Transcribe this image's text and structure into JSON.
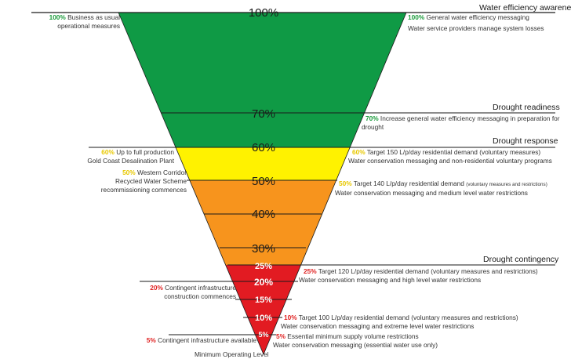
{
  "funnel": {
    "levels": [
      {
        "label": "100%",
        "color": "#1a1a1a"
      },
      {
        "label": "70%",
        "color": "#1a1a1a"
      },
      {
        "label": "60%",
        "color": "#1a1a1a"
      },
      {
        "label": "50%",
        "color": "#1a1a1a"
      },
      {
        "label": "40%",
        "color": "#1a1a1a"
      },
      {
        "label": "30%",
        "color": "#1a1a1a"
      },
      {
        "label": "25%",
        "color": "#ffffff"
      },
      {
        "label": "20%",
        "color": "#ffffff"
      },
      {
        "label": "15%",
        "color": "#ffffff"
      },
      {
        "label": "10%",
        "color": "#ffffff"
      },
      {
        "label": "5%",
        "color": "#ffffff"
      }
    ],
    "bands": [
      {
        "name": "green",
        "color": "#0f9a45"
      },
      {
        "name": "yellow",
        "color": "#fff200"
      },
      {
        "name": "orange",
        "color": "#f7941d"
      },
      {
        "name": "red",
        "color": "#e21b22"
      }
    ]
  },
  "stages": {
    "awareness": "Water efficiency awareness",
    "readiness": "Drought readiness",
    "response": "Drought response",
    "contingency": "Drought contingency"
  },
  "left_notes": {
    "n100": {
      "pct": "100%",
      "line1": " Business as usual",
      "line2": "operational measures"
    },
    "n60": {
      "pct": "60%",
      "line1": " Up to full production",
      "line2": "Gold Coast Desalination Plant"
    },
    "n50": {
      "pct": "50%",
      "line1": " Western Corridor",
      "line2": "Recycled Water Scheme",
      "line3": "recommissioning commences"
    },
    "n20": {
      "pct": "20%",
      "line1": " Contingent infrastructure",
      "line2": "construction commences"
    },
    "n5": {
      "pct": "5%",
      "line1": " Contingent infrastructure available"
    }
  },
  "right_notes": {
    "n100": {
      "pct": "100%",
      "line1": " General water efficiency messaging",
      "line2": "Water service providers manage system losses"
    },
    "n70": {
      "pct": "70%",
      "line1": " Increase general water efficiency messaging in preparation for",
      "line2": "drought"
    },
    "n60": {
      "pct": "60%",
      "line1": " Target 150 L/p/day residential demand (voluntary measures)",
      "line2": "Water conservation messaging and non-residential voluntary programs"
    },
    "n50": {
      "pct": "50%",
      "line1": " Target 140 L/p/day residential demand ",
      "line1b": "(voluntary measures and restrictions)",
      "line2": "Water conservation messaging and medium level water restrictions"
    },
    "n25": {
      "pct": "25%",
      "line1": " Target 120 L/p/day residential demand (voluntary measures and restrictions)",
      "line2": "Water conservation messaging and high level water restrictions"
    },
    "n10": {
      "pct": "10%",
      "line1": " Target 100 L/p/day residential demand (voluntary measures and restrictions)",
      "line2": "Water conservation messaging and extreme level water restrictions"
    },
    "n5": {
      "pct": "5%",
      "line1": " Essential minimum supply volume restrictions",
      "line2": "Water conservation messaging (essential water use only)"
    }
  },
  "bottom_label": "Minimum Operating Level"
}
